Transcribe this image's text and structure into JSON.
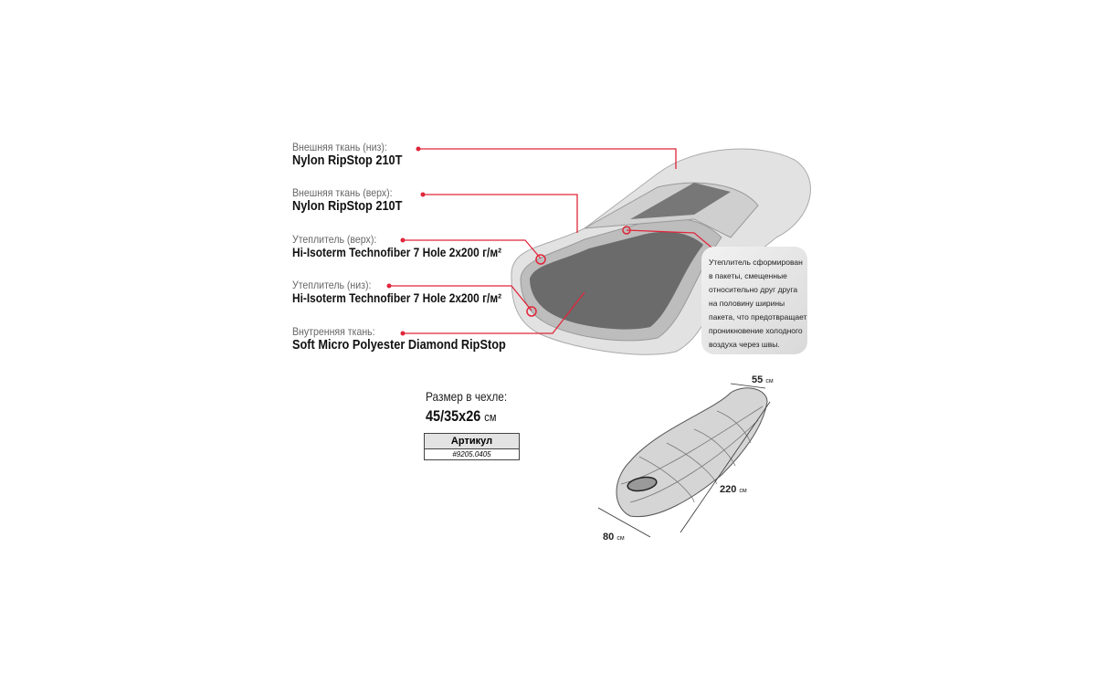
{
  "layers": [
    {
      "label": "Внешняя ткань (низ):",
      "material": "Nylon RipStop 210T"
    },
    {
      "label": "Внешняя ткань (верх):",
      "material": "Nylon RipStop 210T"
    },
    {
      "label": "Утеплитель (верх):",
      "material": "Hi-Isoterm Technofiber 7 Hole 2x200 г/м²"
    },
    {
      "label": "Утеплитель (низ):",
      "material": "Hi-Isoterm Technofiber 7 Hole 2x200 г/м²"
    },
    {
      "label": "Внутренняя ткань:",
      "material": "Soft Micro Polyester Diamond RipStop"
    }
  ],
  "note": "Утеплитель сформирован в пакеты, смещенные относительно друг друга на половину ширины пакета, что предотвращает проникновение холодного воздуха через швы.",
  "packed_size": {
    "label": "Размер в чехле:",
    "value": "45/35x26",
    "unit": "см"
  },
  "article": {
    "header": "Артикул",
    "value": "#9205.0405"
  },
  "dimensions": {
    "foot": {
      "value": "55",
      "unit": "см"
    },
    "length": {
      "value": "220",
      "unit": "см"
    },
    "shoulder": {
      "value": "80",
      "unit": "см"
    }
  },
  "colors": {
    "callout": "#e0263a",
    "fabric": "#d8d8d8",
    "inner": "#6b6b6b"
  }
}
